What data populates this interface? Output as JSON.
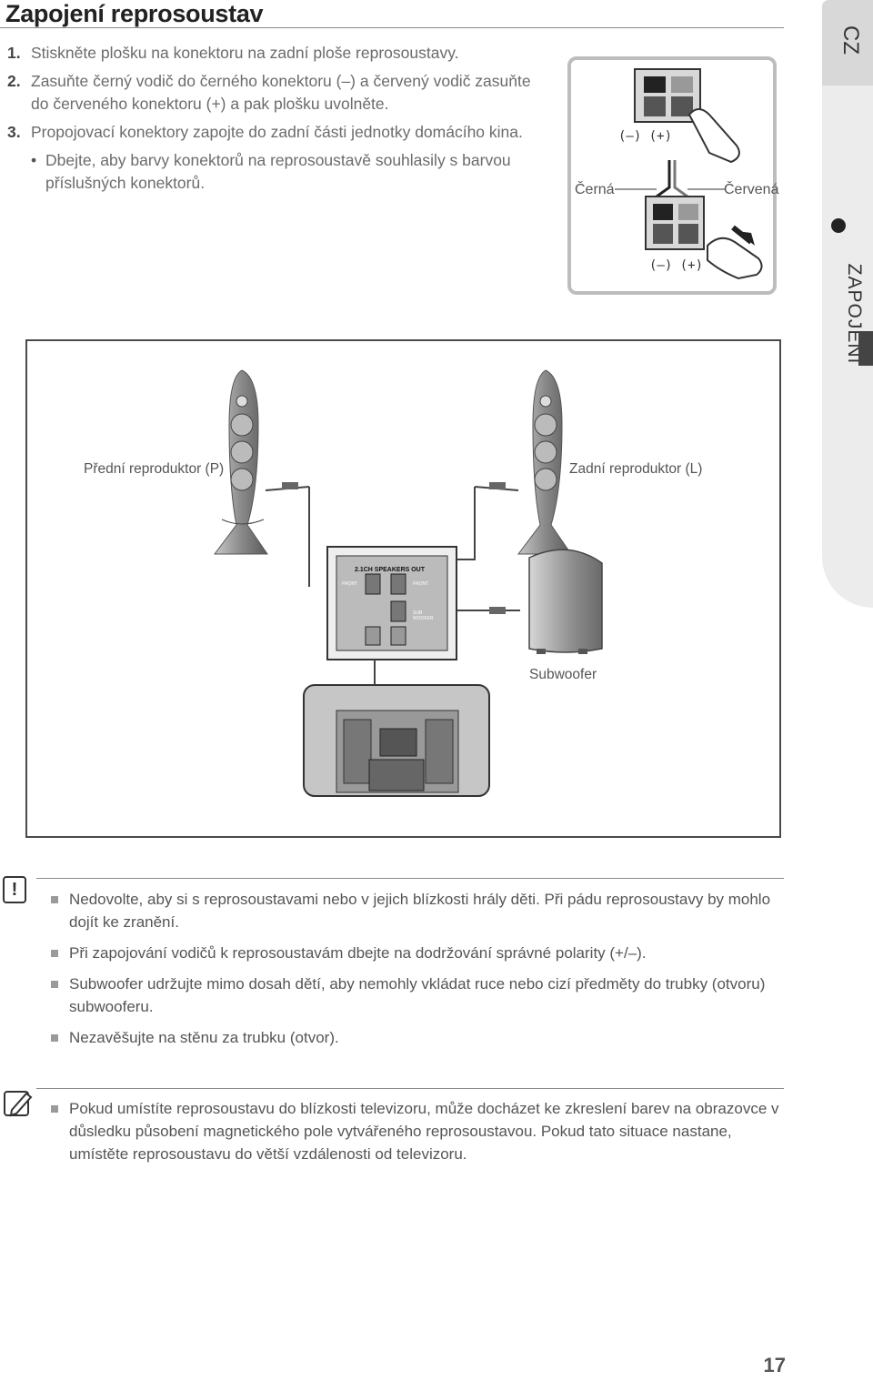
{
  "page": {
    "title": "Zapojení reprosoustav",
    "steps": [
      {
        "num": "1.",
        "text": "Stiskněte plošku na konektoru na zadní ploše reprosoustavy."
      },
      {
        "num": "2.",
        "text": "Zasuňte černý vodič do černého konektoru (–) a červený vodič zasuňte do červeného konektoru (+) a pak plošku uvolněte."
      },
      {
        "num": "3.",
        "text": "Propojovací konektory zapojte do zadní části jednotky domácího kina."
      }
    ],
    "bullet": "Dbejte, aby barvy konektorů na reprosoustavě souhlasily s barvou příslušných konektorů.",
    "side_tab": {
      "lang": "CZ",
      "section": "ZAPOJENÍ"
    },
    "page_number": "17"
  },
  "connector_inset": {
    "polarity_top": "(–) (+)",
    "polarity_bottom": "(–) (+)",
    "black_label": "Černá",
    "red_label": "Červená",
    "colors": {
      "black": "#222222",
      "red": "#888888",
      "frame": "#bdbdbd"
    }
  },
  "diagram": {
    "front_speaker_label": "Přední reproduktor (P)",
    "rear_speaker_label": "Zadní reproduktor (L)",
    "subwoofer_label": "Subwoofer",
    "panel_title": "2.1CH SPEAKERS OUT",
    "panel_front_left": "FRONT",
    "panel_front_right": "FRONT",
    "panel_sub": "SUB WOOFER"
  },
  "cautions": [
    "Nedovolte, aby si s reprosoustavami nebo v jejich blízkosti hrály děti. Při pádu reprosoustavy by mohlo dojít ke zranění.",
    "Při zapojování vodičů k reprosoustavám dbejte na dodržování správné polarity (+/–).",
    "Subwoofer udržujte mimo dosah dětí, aby nemohly vkládat ruce nebo cizí předměty do trubky (otvoru) subwooferu.",
    "Nezavěšujte na stěnu za trubku (otvor)."
  ],
  "caution_icon": "!",
  "notes": [
    "Pokud umístíte reprosoustavu do blízkosti televizoru, může docházet ke zkreslení barev na obrazovce v důsledku působení magnetického pole vytvářeného reprosoustavou. Pokud tato situace nastane, umístěte reprosoustavu do větší vzdálenosti od televizoru."
  ]
}
